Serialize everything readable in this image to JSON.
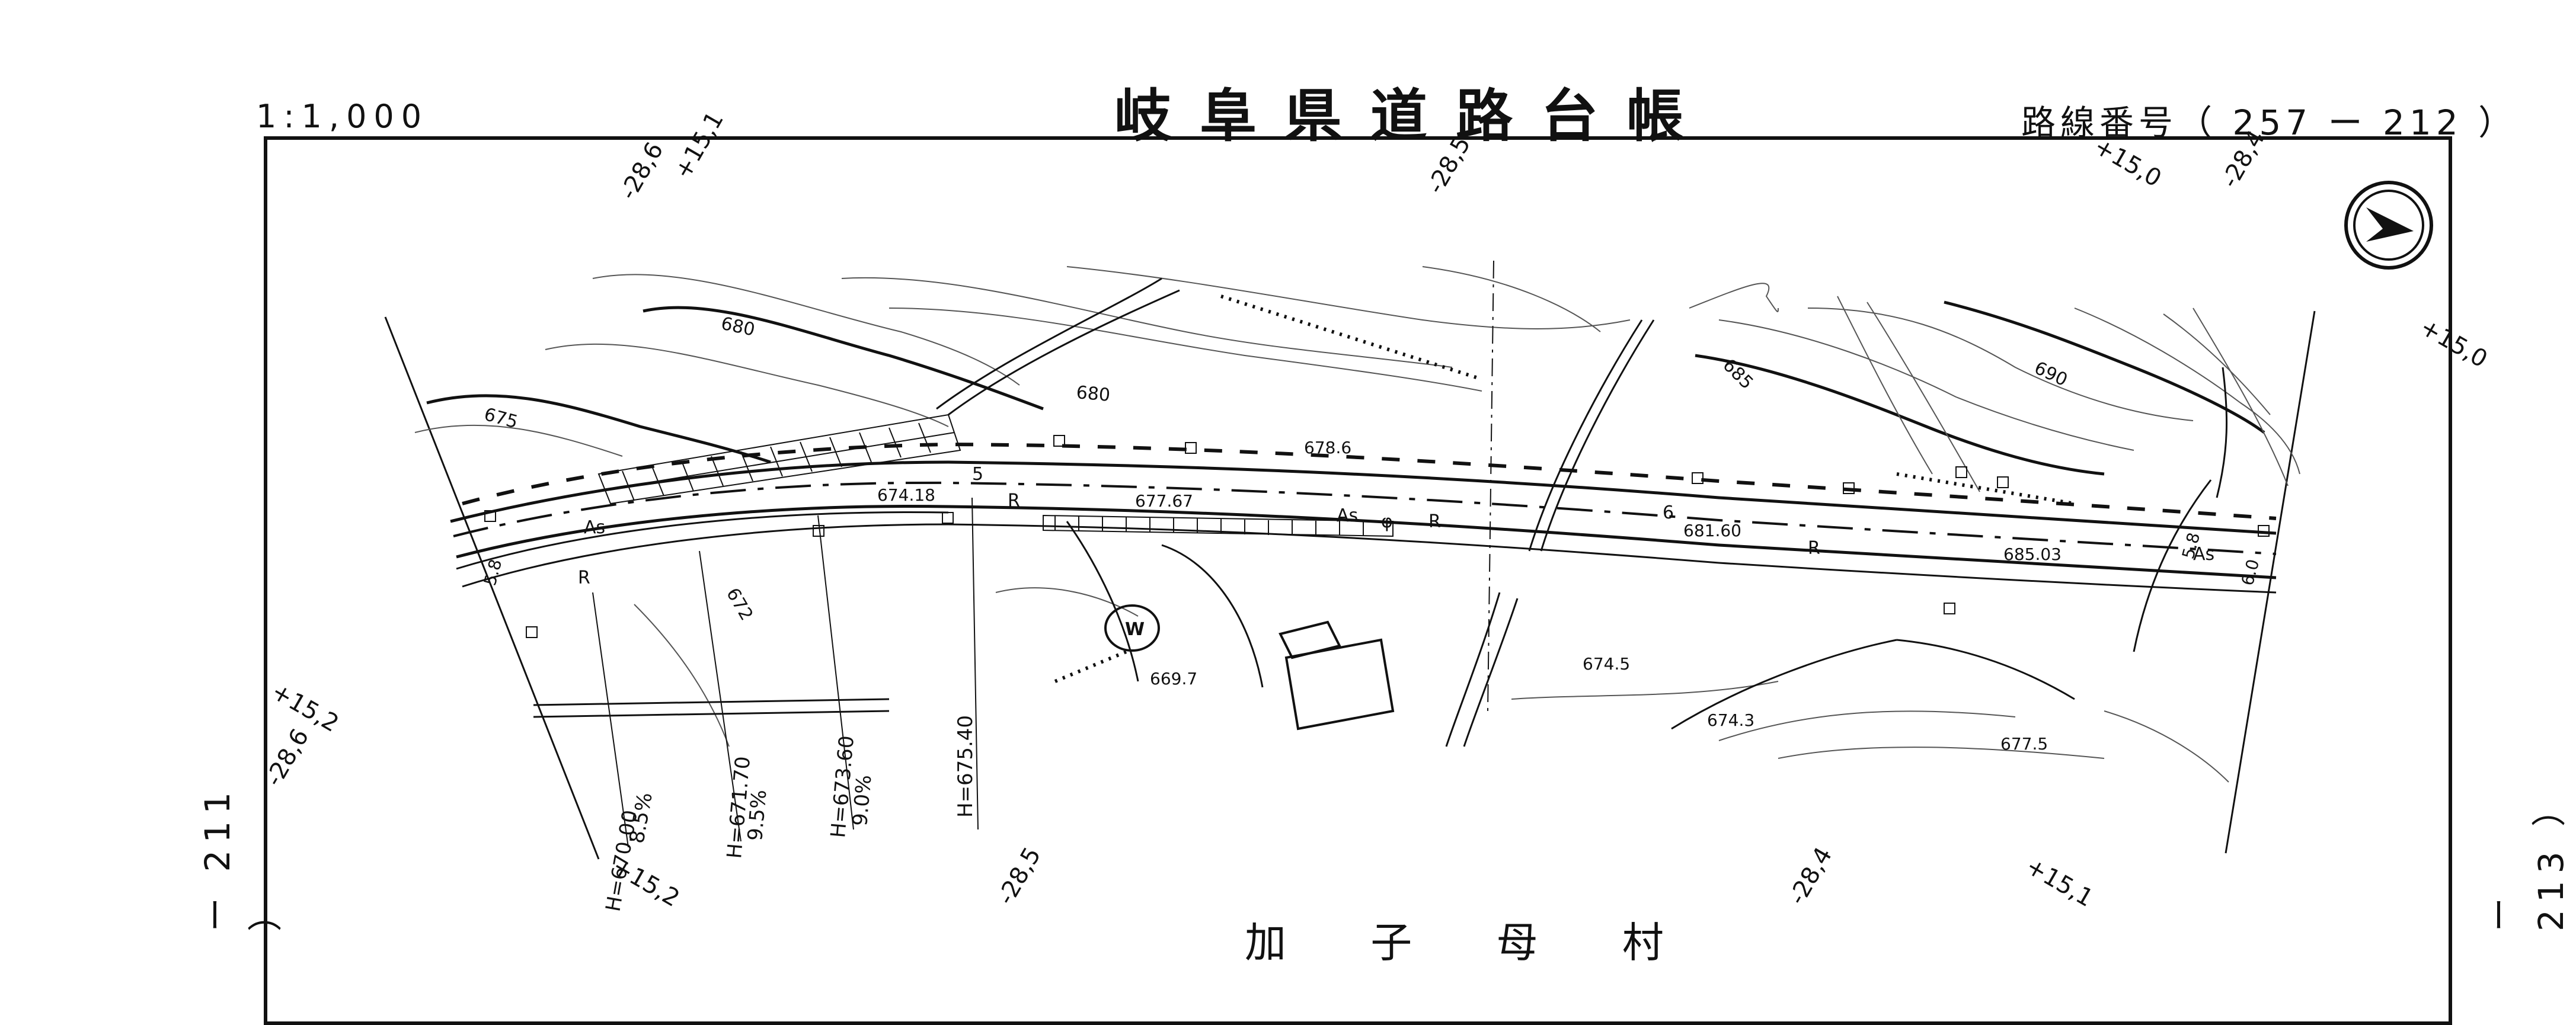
{
  "header": {
    "scale": "1:1,000",
    "title": "岐阜県道路台帳",
    "route_number": "路線番号（ 257 ー 212 ）"
  },
  "adjacent_sheets": {
    "left": "ー 211 ）",
    "right": "ー 213 ）"
  },
  "footer": {
    "village_name": "加 子 母 村"
  },
  "coordinates": {
    "top": [
      "-28,6",
      "+15,1",
      "-28,5",
      "+15,0",
      "-28,4"
    ],
    "right": [
      "+15,0"
    ],
    "left": [
      "+15,2",
      "-28,6"
    ],
    "bottom": [
      "+15,2",
      "-28,5",
      "-28,4",
      "+15,1"
    ]
  },
  "contours": [
    "680",
    "675",
    "672",
    "680",
    "685",
    "690"
  ],
  "spot_heights": [
    "674.18",
    "677.67",
    "678.6",
    "681.60",
    "685.03",
    "669.7",
    "674.5",
    "674.3",
    "677.5"
  ],
  "road_labels": [
    "As",
    "As",
    "As",
    "R",
    "R",
    "R",
    "R",
    "φ",
    "5",
    "6",
    "W"
  ],
  "grades": [
    {
      "h": "H=670.00",
      "pct": "8.5%"
    },
    {
      "h": "H=671.70",
      "pct": "9.5%"
    },
    {
      "h": "H=673.60",
      "pct": "9.0%"
    },
    {
      "h": "H=675.40",
      "pct": ""
    }
  ],
  "widths": [
    "5.8",
    "5.8",
    "6.0"
  ],
  "colors": {
    "ink": "#111111",
    "paper": "#ffffff",
    "thin": "#555555"
  }
}
